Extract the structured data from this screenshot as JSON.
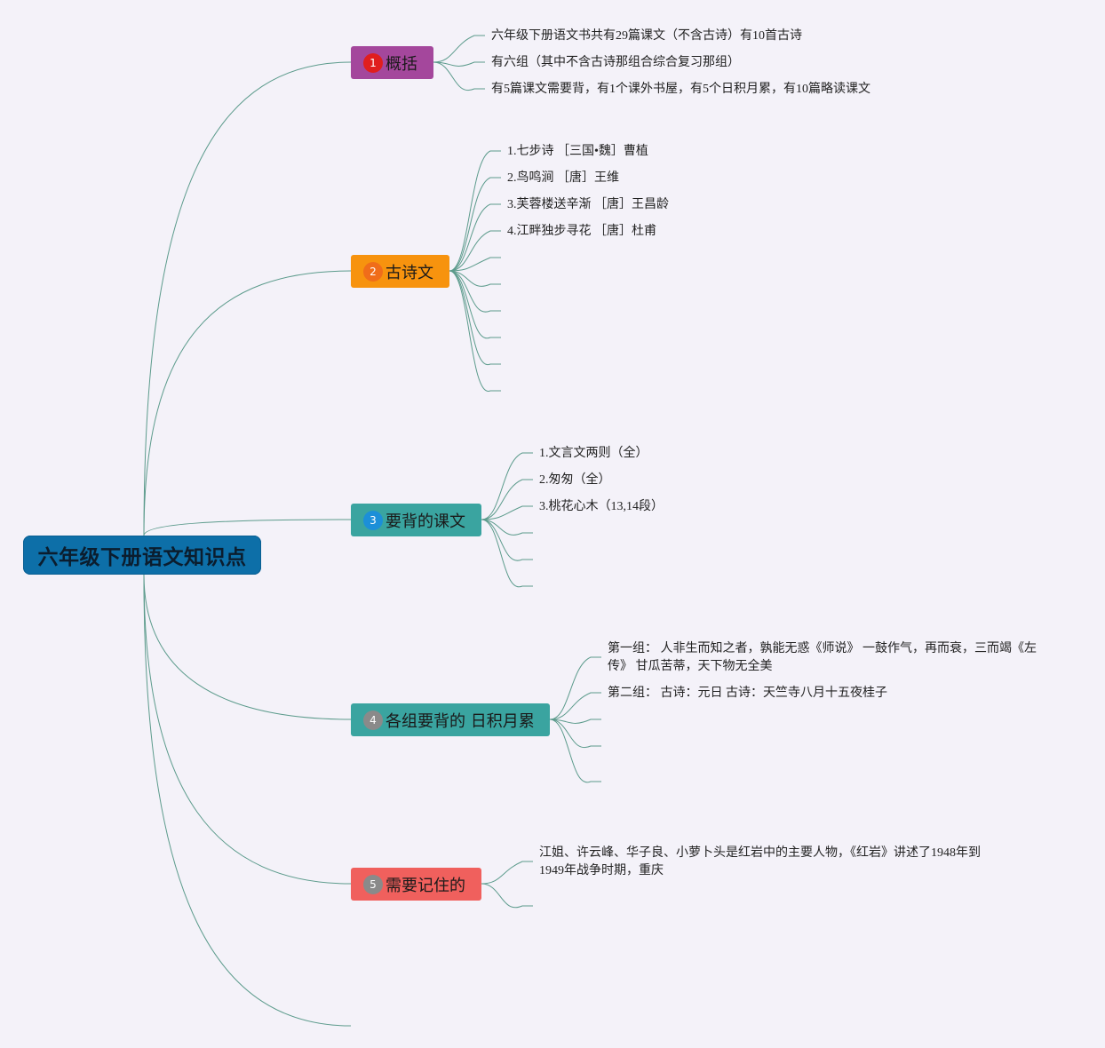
{
  "colors": {
    "edge": "#5c9b8c",
    "root_bg": "#0d6fa8",
    "branch1": "#a4479c",
    "branch2": "#f7930e",
    "branch3": "#3aa4a0",
    "branch4": "#3aa4a0",
    "branch5": "#f0605d"
  },
  "root": {
    "label": "六年级下册语文知识点"
  },
  "branches": [
    {
      "id": "summary",
      "badge": "1",
      "badge_color": "#e01e1e",
      "label": "概括",
      "items": [
        "六年级下册语文书共有29篇课文（不含古诗）有10首古诗",
        "有六组（其中不含古诗那组合综合复习那组）",
        "有5篇课文需要背，有1个课外书屋，有5个日积月累，有10篇略读课文"
      ]
    },
    {
      "id": "poems",
      "badge": "2",
      "badge_color": "#f06d1a",
      "label": "古诗文",
      "items": [
        "1.七步诗 ［三国•魏］曹植",
        "2.鸟鸣涧 ［唐］王维",
        "3.芙蓉楼送辛渐 ［唐］王昌龄",
        "4.江畔独步寻花 ［唐］杜甫"
      ]
    },
    {
      "id": "recite",
      "badge": "3",
      "badge_color": "#1c8fd8",
      "label": "要背的课文",
      "items": [
        "1.文言文两则（全）",
        "2.匆匆（全）",
        "3.桃花心木（13,14段）"
      ]
    },
    {
      "id": "daily",
      "badge": "4",
      "badge_color": "#8a8a8a",
      "label": "各组要背的 日积月累",
      "items": [
        "第一组： 人非生而知之者，孰能无惑《师说》 一鼓作气，再而衰，三而竭《左传》 甘瓜苦蒂，天下物无全美",
        "第二组： 古诗：元日 古诗：天竺寺八月十五夜桂子"
      ]
    },
    {
      "id": "remember",
      "badge": "5",
      "badge_color": "#8a8a8a",
      "label": "需要记住的",
      "items": [
        "江姐、许云峰、华子良、小萝卜头是红岩中的主要人物，《红岩》讲述了1948年到1949年战争时期，重庆"
      ]
    }
  ]
}
